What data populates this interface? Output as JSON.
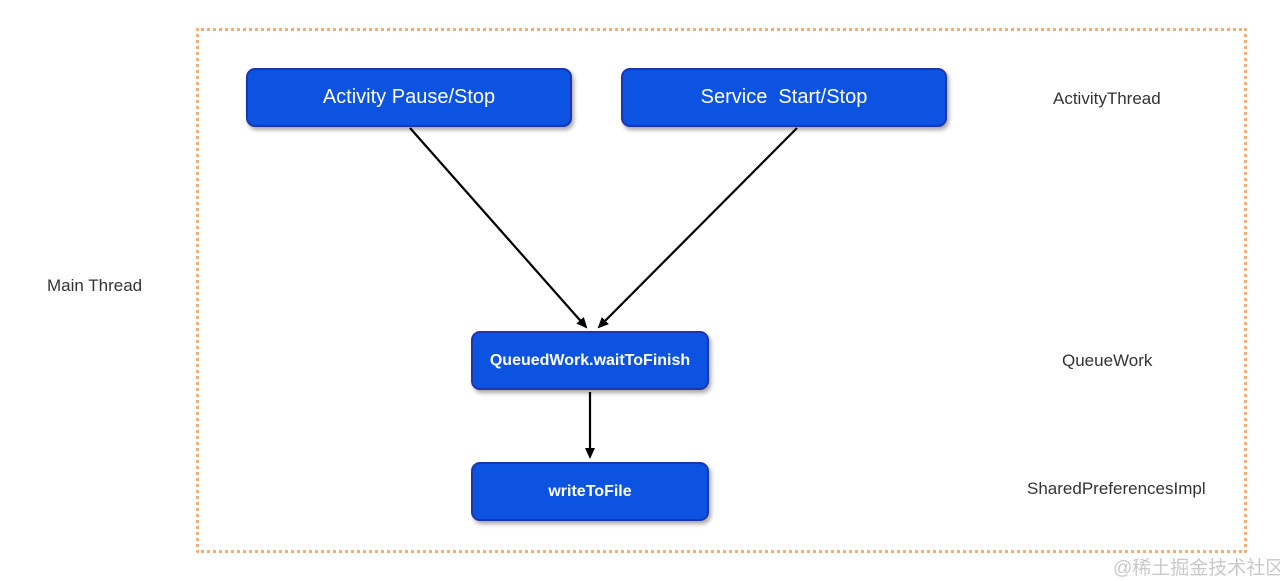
{
  "diagram": {
    "nodes": [
      {
        "id": "activity-pause-stop",
        "label": "Activity Pause/Stop"
      },
      {
        "id": "service-start-stop",
        "label": "Service  Start/Stop"
      },
      {
        "id": "queuedwork-waittofinish",
        "label": "QueuedWork.waitToFinish"
      },
      {
        "id": "writetofile",
        "label": "writeToFile"
      }
    ],
    "edges": [
      {
        "from": "activity-pause-stop",
        "to": "queuedwork-waittofinish"
      },
      {
        "from": "service-start-stop",
        "to": "queuedwork-waittofinish"
      },
      {
        "from": "queuedwork-waittofinish",
        "to": "writetofile"
      }
    ],
    "lane_labels": {
      "activity_thread": "ActivityThread",
      "queue_work": "QueueWork",
      "shared_preferences_impl": "SharedPreferencesImpl"
    },
    "left_label": "Main Thread",
    "watermark": "@稀土掘金技术社区",
    "colors": {
      "node_fill": "#0d53e1",
      "node_border": "#1e35ae",
      "node_text": "#ffffff",
      "boundary_dots": "#efae7c",
      "lane_label_text": "#333333",
      "arrow": "#000000",
      "watermark": "#c9c9c9"
    }
  }
}
